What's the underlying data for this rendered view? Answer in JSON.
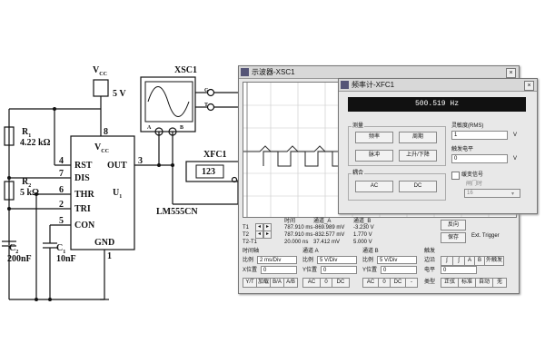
{
  "schematic": {
    "vcc_label": "V",
    "vcc_sub": "CC",
    "supply": "5 V",
    "r1_name": "R",
    "r1_sub": "1",
    "r1_value": "4.22 kΩ",
    "r2_name": "R",
    "r2_sub": "2",
    "r2_value": "5 kΩ",
    "c2_name": "C",
    "c2_sub": "2",
    "c2_value": "200nF",
    "c1_name": "C",
    "c1_sub": "1",
    "c1_value": "10nF",
    "ic_name": "LM555CN",
    "ic_vcc": "V",
    "ic_vcc_sub": "CC",
    "ic_u": "U",
    "ic_u_sub": "1",
    "pins": {
      "rst": "RST",
      "dis": "DIS",
      "thr": "THR",
      "tri": "TRI",
      "con": "CON",
      "out": "OUT",
      "gnd": "GND"
    },
    "pin_numbers": {
      "p8": "8",
      "p4": "4",
      "p7": "7",
      "p6": "6",
      "p2": "2",
      "p5": "5",
      "p3": "3",
      "p1": "1"
    },
    "xsc1_label": "XSC1",
    "xsc1_terms": {
      "a": "A",
      "b": "B",
      "g": "G",
      "t": "T"
    },
    "xfc1_label": "XFC1",
    "xfc1_display": "123"
  },
  "oscilloscope": {
    "title": "示波器-XSC1",
    "readout_headers": [
      "时间",
      "通道_A",
      "通道_B"
    ],
    "readout_rows": [
      {
        "label": "T1",
        "time": "787.910 ms",
        "a": "-869.989 mV",
        "b": "-3.230 V"
      },
      {
        "label": "T2",
        "time": "787.910 ms",
        "a": "-832.577 mV",
        "b": "1.770 V"
      },
      {
        "label": "T2-T1",
        "time": "20.000 ns",
        "a": "37.412 mV",
        "b": "5.000 V"
      }
    ],
    "reverse_button": "反向",
    "save_button": "保存",
    "ext_trigger": "Ext. Trigger",
    "timebase": {
      "title": "时间轴",
      "scale_label": "比例",
      "scale_value": "2 ms/Div",
      "pos_label": "X位置",
      "pos_value": "0",
      "buttons": [
        "Y/T",
        "加载",
        "B/A",
        "A/B"
      ]
    },
    "channel_a": {
      "title": "通道 A",
      "scale_label": "比例",
      "scale_value": "5 V/Div",
      "pos_label": "Y位置",
      "pos_value": "0",
      "buttons": [
        "AC",
        "0",
        "DC"
      ]
    },
    "channel_b": {
      "title": "通道 B",
      "scale_label": "比例",
      "scale_value": "5 V/Div",
      "pos_label": "Y位置",
      "pos_value": "0",
      "buttons": [
        "AC",
        "0",
        "DC",
        "-"
      ]
    },
    "trigger": {
      "title": "触发",
      "edge_label": "边沿",
      "level_label": "电平",
      "level_value": "0",
      "type_label": "类型",
      "buttons": [
        "外触发"
      ],
      "mode_buttons": [
        "正弦",
        "标准",
        "自动",
        "无"
      ]
    }
  },
  "freq_counter": {
    "title": "频率计-XFC1",
    "display": "500.519 Hz",
    "measure_group": "测量",
    "measure_buttons": [
      "频率",
      "周期",
      "脉冲",
      "上升/下降"
    ],
    "coupling_group": "耦合",
    "coupling_buttons": [
      "AC",
      "DC"
    ],
    "sensitivity_label": "灵敏度(RMS)",
    "sensitivity_value": "1",
    "sensitivity_unit": "V",
    "trigger_label": "触发电平",
    "trigger_value": "0",
    "trigger_unit": "V",
    "slow_change_label": "缓变信号",
    "gate_label": "闸门时",
    "gate_value": "16"
  }
}
